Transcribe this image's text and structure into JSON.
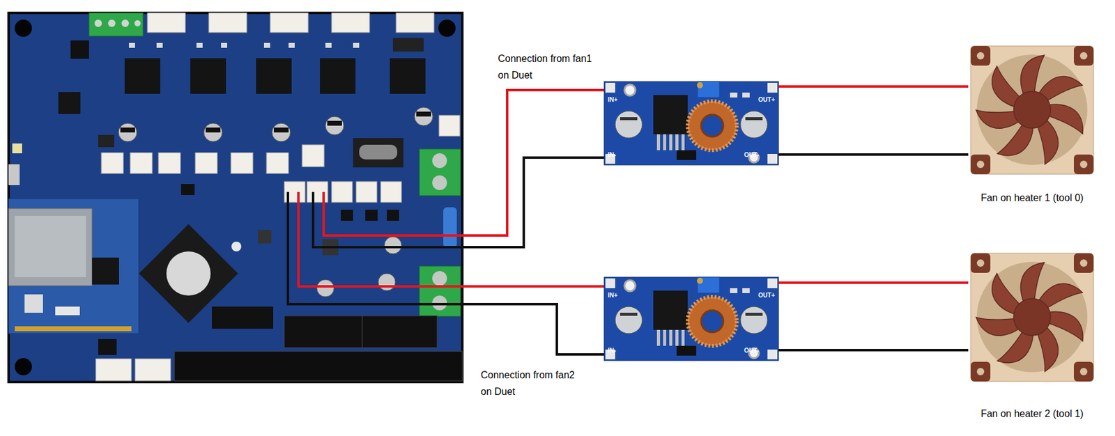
{
  "diagram": {
    "nodes": [
      {
        "text": [
          "IN+",
          "IN-",
          "OUT+",
          "OUT-"
        ]
      },
      {
        "text": [
          "Fan on heater 1 (tool 0)"
        ]
      },
      {
        "text": [
          "IN+",
          "IN-",
          "OUT+",
          "OUT-"
        ]
      },
      {
        "text": [
          "Fan on heater 2 (tool 1)"
        ]
      }
    ],
    "edges": [
      {
        "from": 0,
        "to": 1,
        "arrow": "none"
      },
      {
        "from": 0,
        "to": 1,
        "arrow": "none"
      },
      {
        "from": 2,
        "to": 3,
        "arrow": "none"
      },
      {
        "from": 2,
        "to": 3,
        "arrow": "none"
      }
    ],
    "labels": [
      "Connection from fan1 on Duet",
      "Connection from fan2 on Duet"
    ]
  }
}
